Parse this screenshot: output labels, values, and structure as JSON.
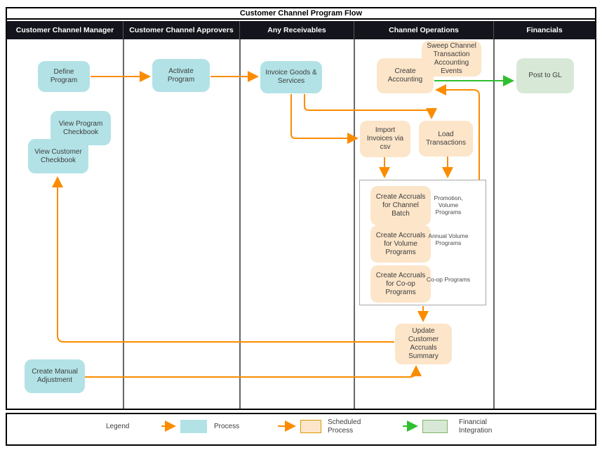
{
  "title": "Customer Channel Program Flow",
  "lanes": [
    "Customer Channel Manager",
    "Customer Channel Approvers",
    "Any Receivables",
    "Channel Operations",
    "Financials"
  ],
  "nodes": {
    "define_program": {
      "label": "Define Program",
      "type": "process"
    },
    "activate_program": {
      "label": "Activate Program",
      "type": "process"
    },
    "invoice_goods_services": {
      "label": "Invoice Goods & Services",
      "type": "process"
    },
    "view_program_checkbook": {
      "label": "View Program Checkbook",
      "type": "process"
    },
    "view_customer_checkbook": {
      "label": "View Customer Checkbook",
      "type": "process"
    },
    "create_manual_adjustment": {
      "label": "Create Manual Adjustment",
      "type": "process"
    },
    "sweep_channel_transaction_accounting_events": {
      "label": "Sweep Channel Transaction Accounting Events",
      "type": "scheduled"
    },
    "create_accounting": {
      "label": "Create Accounting",
      "type": "scheduled"
    },
    "post_to_gl": {
      "label": "Post to GL",
      "type": "financial"
    },
    "import_invoices_via_csv": {
      "label": "Import Invoices via csv",
      "type": "scheduled"
    },
    "load_transactions": {
      "label": "Load Transactions",
      "type": "scheduled"
    },
    "create_accruals_channel_batch": {
      "label": "Create Accruals for Channel Batch",
      "annotation": "Promotion, Volume Programs",
      "type": "scheduled"
    },
    "create_accruals_volume_programs": {
      "label": "Create Accruals for Volume Programs",
      "annotation": "Annual Volume Programs",
      "type": "scheduled"
    },
    "create_accruals_coop_programs": {
      "label": "Create Accruals for Co-op Programs",
      "annotation": "Co-op Programs",
      "type": "scheduled"
    },
    "update_customer_accruals_summary": {
      "label": "Update Customer Accruals Summary",
      "type": "scheduled"
    }
  },
  "legend": {
    "label": "Legend",
    "items": [
      {
        "label": "Process",
        "type": "process"
      },
      {
        "label": "Scheduled Process",
        "type": "scheduled"
      },
      {
        "label": "Financial Integration",
        "type": "financial"
      }
    ]
  },
  "colors": {
    "process_fill": "#b2e2e6",
    "scheduled_fill": "#fce5c9",
    "scheduled_border": "#d79b00",
    "financial_fill": "#d7e9d6",
    "financial_border": "#82b366",
    "arrow_orange": "#fb8c00",
    "arrow_green": "#2fbf2f",
    "header_bg": "#14141c",
    "lane_divider": "#666666"
  }
}
